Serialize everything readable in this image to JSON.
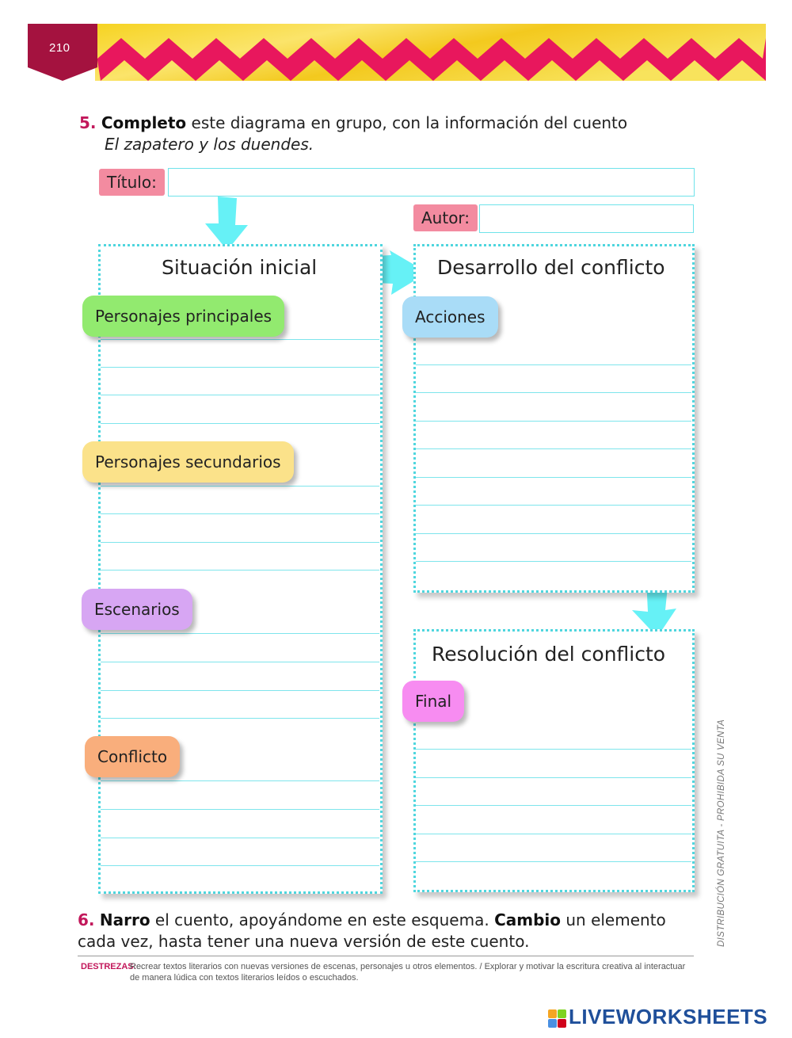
{
  "header": {
    "page_number": "210"
  },
  "exercise5": {
    "number": "5.",
    "bold": "Completo",
    "text": " este diagrama en grupo, con la información del cuento",
    "story_title": "El zapatero y los duendes."
  },
  "form": {
    "title_label": "Título:",
    "author_label": "Autor:",
    "title_value": "",
    "author_value": ""
  },
  "diagram": {
    "initial": {
      "heading": "Situación inicial",
      "tags": [
        "Personajes principales",
        "Personajes secundarios",
        "Escenarios",
        "Conflicto"
      ]
    },
    "development": {
      "heading": "Desarrollo del conflicto",
      "tags": [
        "Acciones"
      ]
    },
    "resolution": {
      "heading": "Resolución del conflicto",
      "tags": [
        "Final"
      ]
    }
  },
  "exercise6": {
    "number": "6.",
    "bold1": "Narro",
    "text1": " el cuento, apoyándome en este esquema. ",
    "bold2": "Cambio",
    "text2": " un elemento cada vez, hasta tener una nueva versión de este cuento."
  },
  "footer": {
    "label": "DESTREZAS:",
    "text": "Recrear textos literarios con nuevas versiones de escenas, personajes u otros elementos. / Explorar y motivar la escritura creativa al interactuar de manera lúdica con textos literarios leídos o escuchados."
  },
  "side_note": "DISTRIBUCIÓN GRATUITA - PROHIBIDA SU VENTA",
  "brand": {
    "name": "LIVEWORKSHEETS"
  },
  "colors": {
    "accent": "#c2185b",
    "cyan": "#4fd6de",
    "tag_pink": "#f38ba0",
    "green": "#92ea6f",
    "yellow": "#fbe28a",
    "purple": "#d7a6f3",
    "orange": "#f9ae7c",
    "blue": "#a9dcf7",
    "magenta": "#f78cf1"
  }
}
